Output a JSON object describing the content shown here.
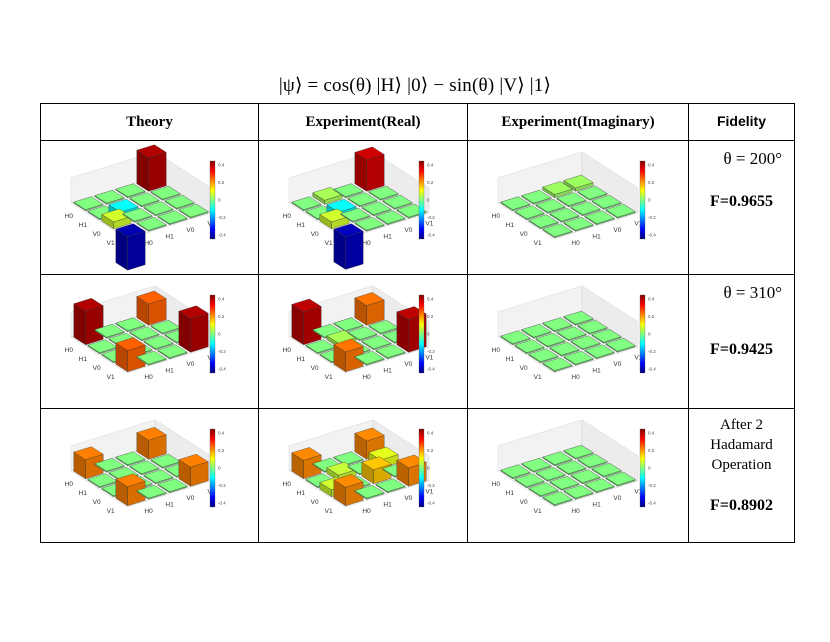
{
  "formula": "|ψ⟩ = cos(θ) |H⟩ |0⟩ − sin(θ) |V⟩ |1⟩",
  "headers": {
    "theory": "Theory",
    "exp_real": "Experiment(Real)",
    "exp_imag": "Experiment(Imaginary)",
    "fidelity": "Fidelity"
  },
  "rows": [
    {
      "fid_label": "θ = 200°",
      "fidelity": "F=0.9655",
      "plots": {
        "theory": {
          "bars": [
            {
              "r": 0,
              "c": 0,
              "v": 0.45
            },
            {
              "r": 1,
              "c": 2,
              "v": -0.12
            },
            {
              "r": 2,
              "c": 3,
              "v": 0.08
            },
            {
              "r": 3,
              "c": 3,
              "v": -0.45
            }
          ]
        },
        "exp_real": {
          "bars": [
            {
              "r": 0,
              "c": 0,
              "v": 0.42
            },
            {
              "r": 1,
              "c": 2,
              "v": -0.12
            },
            {
              "r": 2,
              "c": 3,
              "v": 0.08
            },
            {
              "r": 3,
              "c": 3,
              "v": -0.44
            },
            {
              "r": 0,
              "c": 2,
              "v": 0.04
            }
          ]
        },
        "exp_imag": {
          "bars": [
            {
              "r": 0,
              "c": 0,
              "v": 0.03
            },
            {
              "r": 0,
              "c": 1,
              "v": 0.03
            }
          ]
        }
      },
      "colorbar": {
        "theory": [
          "0.4",
          "0.2",
          "0",
          "-0.2",
          "-0.4"
        ],
        "exp_real": [
          "0.4",
          "0.2",
          "0",
          "-0.2",
          "-0.4"
        ],
        "exp_imag": [
          "0.4",
          "0.2",
          "0",
          "-0.2",
          "-0.4"
        ]
      }
    },
    {
      "fid_label": "θ = 310°",
      "fidelity": "F=0.9425",
      "plots": {
        "theory": {
          "bars": [
            {
              "r": 0,
              "c": 0,
              "v": 0.28
            },
            {
              "r": 0,
              "c": 3,
              "v": 0.45
            },
            {
              "r": 3,
              "c": 0,
              "v": 0.45
            },
            {
              "r": 3,
              "c": 3,
              "v": 0.28
            }
          ]
        },
        "exp_real": {
          "bars": [
            {
              "r": 0,
              "c": 0,
              "v": 0.26
            },
            {
              "r": 0,
              "c": 3,
              "v": 0.44
            },
            {
              "r": 3,
              "c": 0,
              "v": 0.44
            },
            {
              "r": 3,
              "c": 3,
              "v": 0.26
            },
            {
              "r": 1,
              "c": 2,
              "v": 0.04
            }
          ]
        },
        "exp_imag": {
          "bars": []
        }
      },
      "colorbar": {
        "theory": [
          "0.4",
          "0.2",
          "0",
          "-0.2",
          "-0.4"
        ],
        "exp_real": [
          "0.4",
          "0.2",
          "0",
          "-0.2",
          "-0.4"
        ],
        "exp_imag": [
          "0.4",
          "0.2",
          "0",
          "-0.2",
          "-0.4"
        ]
      }
    },
    {
      "note": [
        "After 2",
        "Hadamard",
        "Operation"
      ],
      "fidelity": "F=0.8902",
      "plots": {
        "theory": {
          "bars": [
            {
              "r": 0,
              "c": 0,
              "v": 0.25
            },
            {
              "r": 0,
              "c": 3,
              "v": 0.25
            },
            {
              "r": 3,
              "c": 0,
              "v": 0.25
            },
            {
              "r": 3,
              "c": 3,
              "v": 0.25
            }
          ]
        },
        "exp_real": {
          "bars": [
            {
              "r": 0,
              "c": 0,
              "v": 0.24
            },
            {
              "r": 0,
              "c": 3,
              "v": 0.24
            },
            {
              "r": 3,
              "c": 0,
              "v": 0.24
            },
            {
              "r": 3,
              "c": 3,
              "v": 0.24
            },
            {
              "r": 1,
              "c": 0,
              "v": 0.1
            },
            {
              "r": 1,
              "c": 2,
              "v": 0.07
            },
            {
              "r": 2,
              "c": 1,
              "v": 0.18
            },
            {
              "r": 2,
              "c": 3,
              "v": 0.08
            }
          ]
        },
        "exp_imag": {
          "bars": []
        }
      },
      "colorbar": {
        "theory": [
          "0.4",
          "0.2",
          "0",
          "-0.2",
          "-0.4"
        ],
        "exp_real": [
          "0.4",
          "0.2",
          "0",
          "-0.2",
          "-0.4"
        ],
        "exp_imag": [
          "0.4",
          "0.2",
          "0",
          "-0.2",
          "-0.4"
        ]
      }
    }
  ],
  "axis_labels": {
    "left": [
      "H0",
      "H1",
      "V0",
      "V1"
    ],
    "right": [
      "H0",
      "H1",
      "V0",
      "V1"
    ]
  },
  "colors": {
    "positive_high": "#800000",
    "neutral": "#8cf57a",
    "negative_high": "#1a3cff",
    "mid_yellow": "#ffff4d",
    "mid_red": "#ff2a1a"
  }
}
